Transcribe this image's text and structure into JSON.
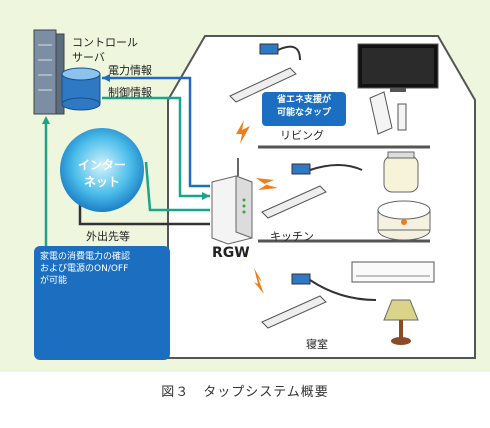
{
  "server": {
    "label_line1": "コントロール",
    "label_line2": "サーバ"
  },
  "flows": {
    "power_info": "電力情報",
    "control_info": "制御情報"
  },
  "internet": {
    "line1": "インター",
    "line2": "ネット"
  },
  "remote": {
    "label": "外出先等",
    "line1": "家電の消費電力の確認",
    "line2": "および電源のON/OFF",
    "line3": "が可能"
  },
  "gateway": {
    "label": "RGW"
  },
  "rooms": {
    "living": "リビング",
    "kitchen": "キッチン",
    "bedroom": "寝室"
  },
  "badge": {
    "line1": "省エネ支援が",
    "line2": "可能なタップ"
  },
  "caption": "図３　タップシステム概要",
  "colors": {
    "panel": "#eef6dd",
    "accent_blue": "#1c6fc0",
    "line_green": "#1aa58a",
    "line_dark": "#333333",
    "spark": "#f07d1c"
  }
}
